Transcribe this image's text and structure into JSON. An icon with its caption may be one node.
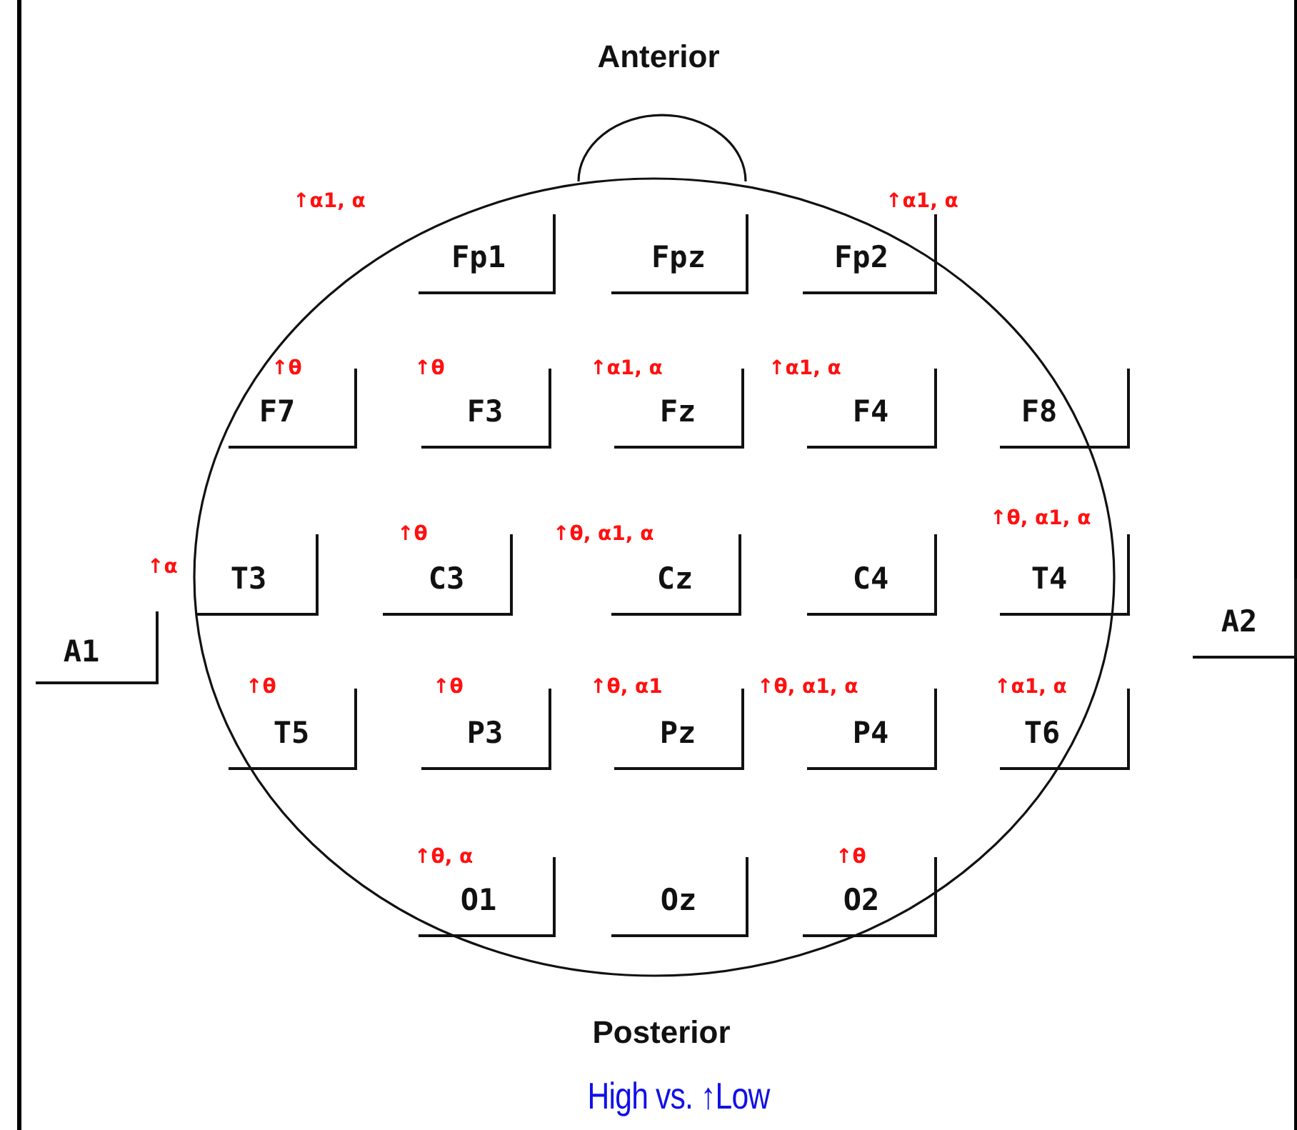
{
  "diagram": {
    "caption": "High vs. ↑Low",
    "nodes": [
      {
        "text": [
          "Fp1"
        ],
        "beside": [
          "↑α1, α"
        ]
      },
      {
        "text": [
          "Fpz"
        ]
      },
      {
        "text": [
          "Fp2"
        ],
        "beside": [
          "↑α1, α"
        ]
      },
      {
        "text": [
          "F7"
        ],
        "beside": [
          "↑θ"
        ]
      },
      {
        "text": [
          "F3"
        ],
        "beside": [
          "↑θ"
        ]
      },
      {
        "text": [
          "Fz"
        ],
        "beside": [
          "↑α1, α"
        ]
      },
      {
        "text": [
          "F4"
        ],
        "beside": [
          "↑α1, α"
        ]
      },
      {
        "text": [
          "F8"
        ]
      },
      {
        "text": [
          "A1"
        ]
      },
      {
        "text": [
          "T3"
        ],
        "beside": [
          "↑α"
        ]
      },
      {
        "text": [
          "C3"
        ],
        "beside": [
          "↑θ"
        ]
      },
      {
        "text": [
          "Cz"
        ],
        "beside": [
          "↑θ, α1, α"
        ]
      },
      {
        "text": [
          "C4"
        ]
      },
      {
        "text": [
          "T4"
        ],
        "beside": [
          "↑θ, α1, α"
        ]
      },
      {
        "text": [
          "A2"
        ]
      },
      {
        "text": [
          "T5"
        ],
        "beside": [
          "↑θ"
        ]
      },
      {
        "text": [
          "P3"
        ],
        "beside": [
          "↑θ"
        ]
      },
      {
        "text": [
          "Pz"
        ],
        "beside": [
          "↑θ, α1"
        ]
      },
      {
        "text": [
          "P4"
        ],
        "beside": [
          "↑θ, α1, α"
        ]
      },
      {
        "text": [
          "T6"
        ],
        "beside": [
          "↑α1, α"
        ]
      },
      {
        "text": [
          "O1"
        ],
        "beside": [
          "↑θ, α"
        ]
      },
      {
        "text": [
          "Oz"
        ]
      },
      {
        "text": [
          "O2"
        ],
        "beside": [
          "↑θ"
        ]
      }
    ],
    "labels": [
      "Anterior",
      "Posterior"
    ]
  }
}
